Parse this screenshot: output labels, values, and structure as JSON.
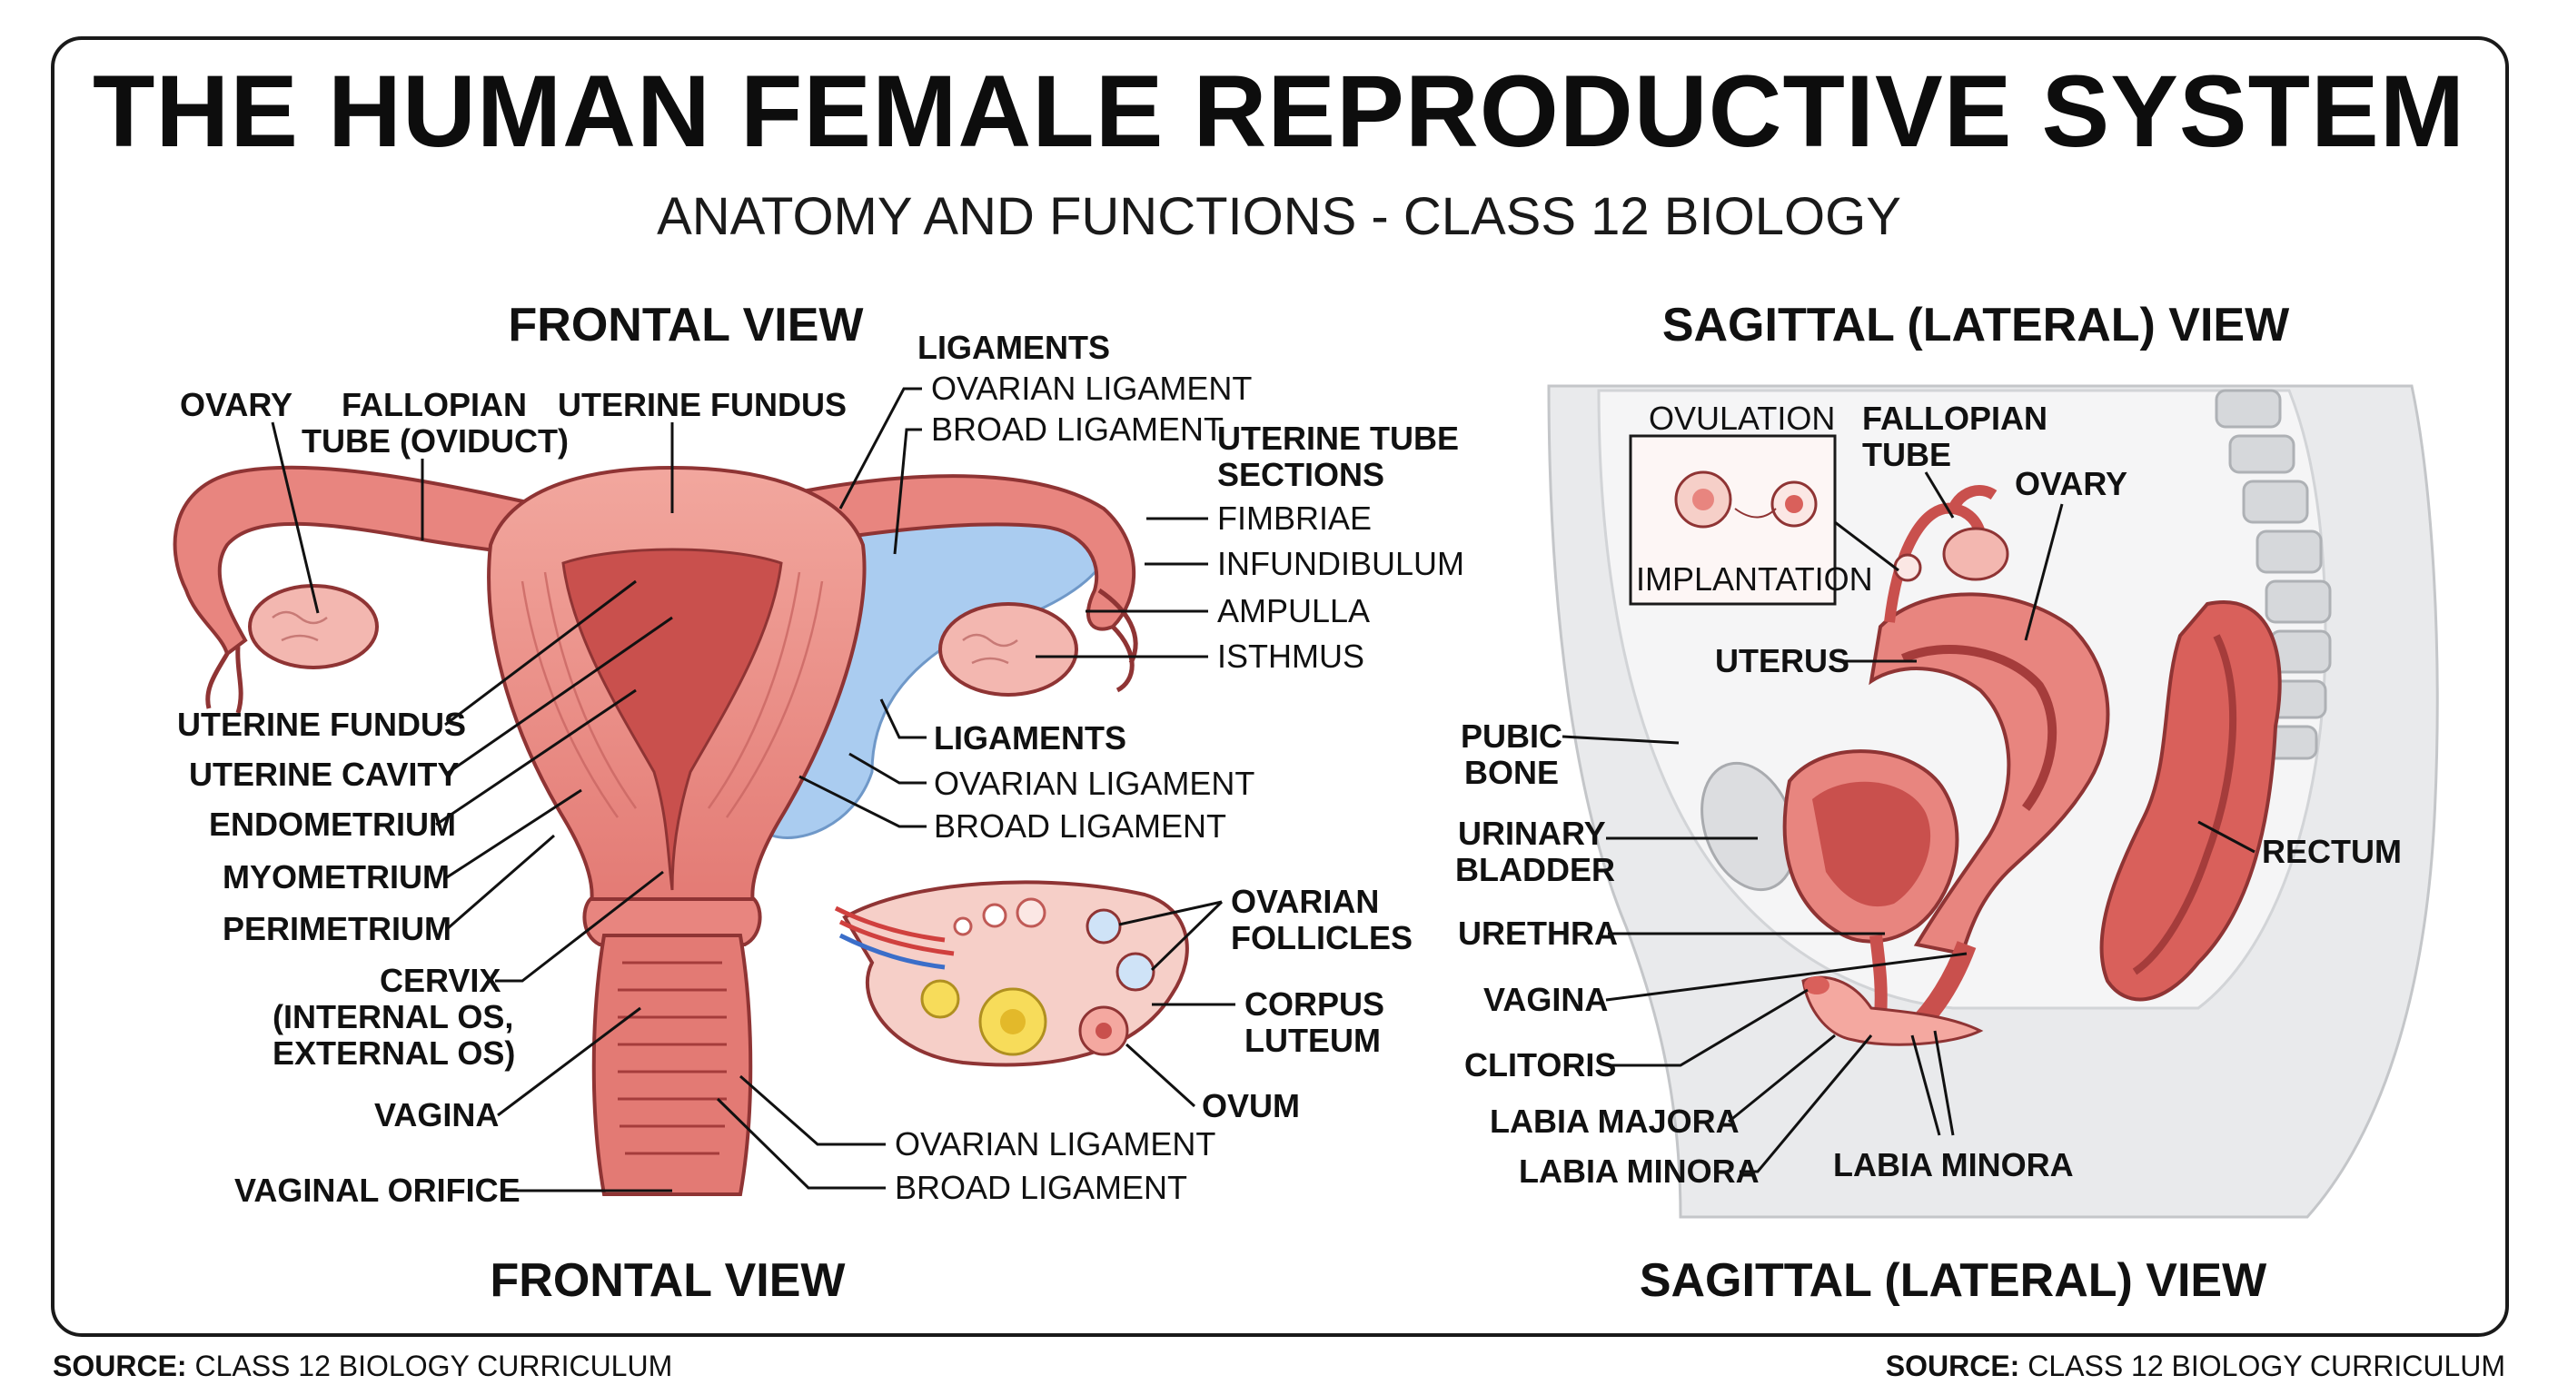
{
  "title": "THE HUMAN FEMALE REPRODUCTIVE SYSTEM",
  "subtitle": "ANATOMY AND FUNCTIONS - CLASS 12 BIOLOGY",
  "frontal": {
    "heading_top": "FRONTAL VIEW",
    "heading_bottom": "FRONTAL VIEW",
    "labels": {
      "ovary": "OVARY",
      "fallopian_1": "FALLOPIAN",
      "fallopian_2": "TUBE (OVIDUCT)",
      "uterine_fundus_top": "UTERINE FUNDUS",
      "ligaments_top": "LIGAMENTS",
      "ovarian_ligament_top": "OVARIAN LIGAMENT",
      "broad_ligament_top": "BROAD LIGAMENT",
      "tube_sections_1": "UTERINE TUBE",
      "tube_sections_2": "SECTIONS",
      "fimbriae": "FIMBRIAE",
      "infundibulum": "INFUNDIBULUM",
      "ampulla": "AMPULLA",
      "isthmus": "ISTHMUS",
      "uterine_fundus": "UTERINE FUNDUS",
      "uterine_cavity": "UTERINE CAVITY",
      "endometrium": "ENDOMETRIUM",
      "myometrium": "MYOMETRIUM",
      "perimetrium": "PERIMETRIUM",
      "cervix_1": "CERVIX",
      "cervix_2": "(INTERNAL OS,",
      "cervix_3": "EXTERNAL OS)",
      "vagina": "VAGINA",
      "vaginal_orifice": "VAGINAL ORIFICE",
      "ligaments_mid": "LIGAMENTS",
      "ovarian_ligament_mid": "OVARIAN LIGAMENT",
      "broad_ligament_mid": "BROAD LIGAMENT",
      "ovarian_follicles_1": "OVARIAN",
      "ovarian_follicles_2": "FOLLICLES",
      "corpus_luteum_1": "CORPUS",
      "corpus_luteum_2": "LUTEUM",
      "ovum": "OVUM",
      "ovarian_ligament_bottom": "OVARIAN LIGAMENT",
      "broad_ligament_bottom": "BROAD LIGAMENT"
    }
  },
  "sagittal": {
    "heading_top": "SAGITTAL (LATERAL) VIEW",
    "heading_bottom": "SAGITTAL (LATERAL) VIEW",
    "inset": {
      "ovulation": "OVULATION",
      "implantation": "IMPLANTATION"
    },
    "labels": {
      "fallopian_1": "FALLOPIAN",
      "fallopian_2": "TUBE",
      "ovary": "OVARY",
      "uterus": "UTERUS",
      "pubic_1": "PUBIC",
      "pubic_2": "BONE",
      "bladder_1": "URINARY",
      "bladder_2": "BLADDER",
      "rectum": "RECTUM",
      "urethra": "URETHRA",
      "vagina": "VAGINA",
      "clitoris": "CLITORIS",
      "labia_majora": "LABIA MAJORA",
      "labia_minora_left": "LABIA MINORA",
      "labia_minora_right": "LABIA MINORA"
    }
  },
  "footer": {
    "left_key": "SOURCE:",
    "left_val": "CLASS 12 BIOLOGY CURRICULUM",
    "right_key": "SOURCE:",
    "right_val": "CLASS 12 BIOLOGY CURRICULUM"
  },
  "colors": {
    "tissue": "#e8857f",
    "tissue_dark": "#c9504d",
    "tissue_light": "#f4b8ae",
    "ovary": "#f3b7b0",
    "ligament": "#aaccf0",
    "bone": "#e3e4e6",
    "follicle_yellow": "#f7dc5a",
    "outline": "#8f3434"
  }
}
